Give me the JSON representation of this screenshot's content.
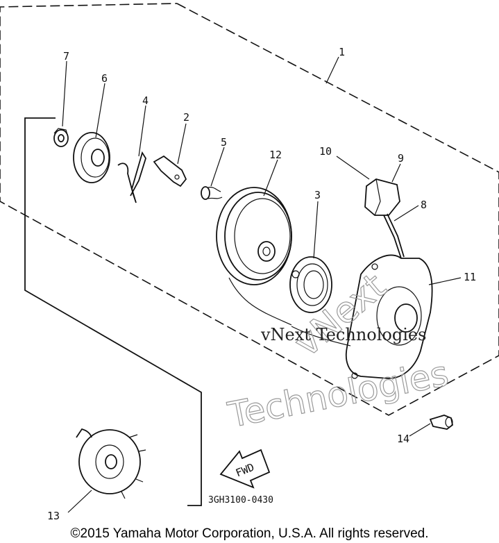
{
  "callouts": {
    "c1": "1",
    "c2": "2",
    "c3": "3",
    "c4": "4",
    "c5": "5",
    "c6": "6",
    "c7": "7",
    "c8": "8",
    "c9": "9",
    "c10": "10",
    "c11": "11",
    "c12": "12",
    "c13": "13",
    "c14": "14"
  },
  "fwd_label": "FWD",
  "part_code": "3GH3100-0430",
  "watermark": {
    "line1": "vNext Technologies",
    "outline_top": "vNext",
    "outline_bottom": "Technologies"
  },
  "copyright": "©2015 Yamaha Motor Corporation, U.S.A. All rights reserved."
}
